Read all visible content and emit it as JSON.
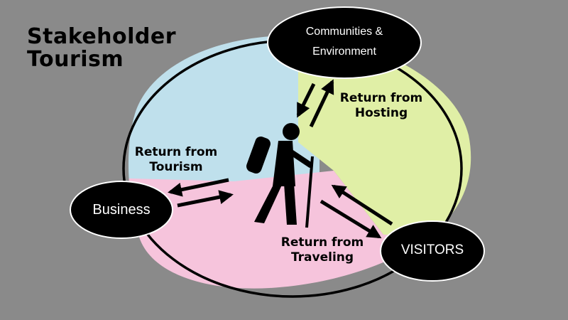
{
  "title": {
    "line1": "Stakeholder",
    "line2": "Tourism"
  },
  "nodes": {
    "communities": {
      "line1": "Communities &",
      "line2": "Environment"
    },
    "business": {
      "label": "Business"
    },
    "visitors": {
      "label": "VISITORS"
    }
  },
  "flows": {
    "tourism": {
      "line1": "Return from",
      "line2": "Tourism"
    },
    "hosting": {
      "line1": "Return from",
      "line2": "Hosting"
    },
    "traveling": {
      "line1": "Return from",
      "line2": "Traveling"
    }
  },
  "center_icon": "hiker-icon",
  "colors": {
    "background": "#8a8a8a",
    "region_tourism": "#bfe0ec",
    "region_hosting": "#e0efa6",
    "region_traveling": "#f6c4dc",
    "node_fill": "#000000",
    "node_text": "#ffffff"
  }
}
